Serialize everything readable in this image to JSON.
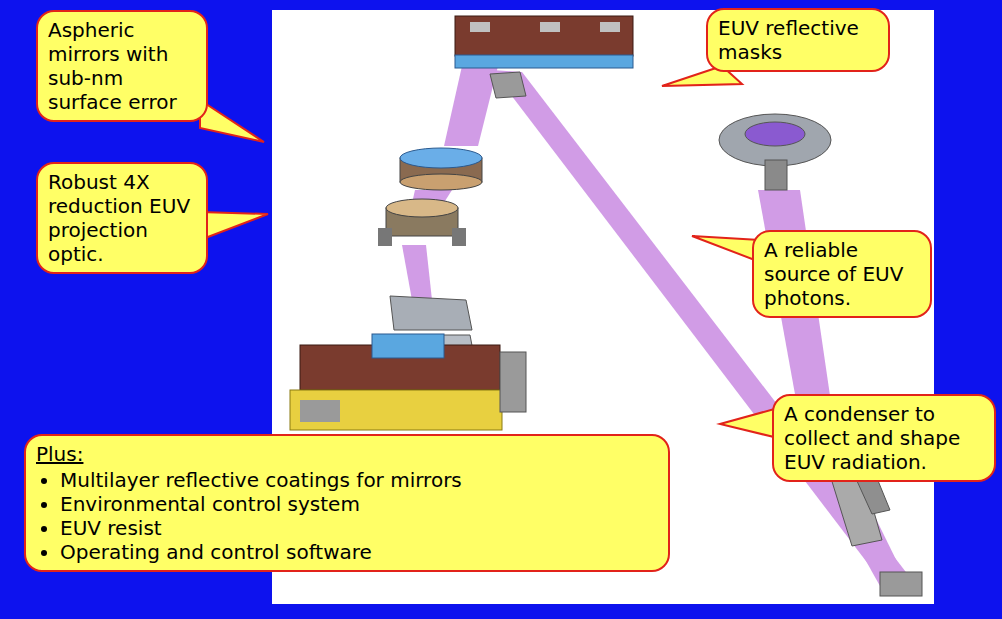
{
  "diagram": {
    "nodes": [
      {
        "text": [
          "Aspheric mirrors with sub-nm surface error"
        ]
      },
      {
        "text": [
          "EUV reflective masks"
        ]
      },
      {
        "text": [
          "Robust 4X reduction EUV projection optic."
        ]
      },
      {
        "text": [
          "A reliable source of EUV photons."
        ]
      },
      {
        "text": [
          "A condenser to collect and shape EUV radiation."
        ]
      },
      {
        "text": [
          "Plus:",
          "Multilayer reflective coatings for mirrors",
          "Environmental control system",
          "EUV resist",
          "Operating and control software"
        ]
      }
    ]
  }
}
